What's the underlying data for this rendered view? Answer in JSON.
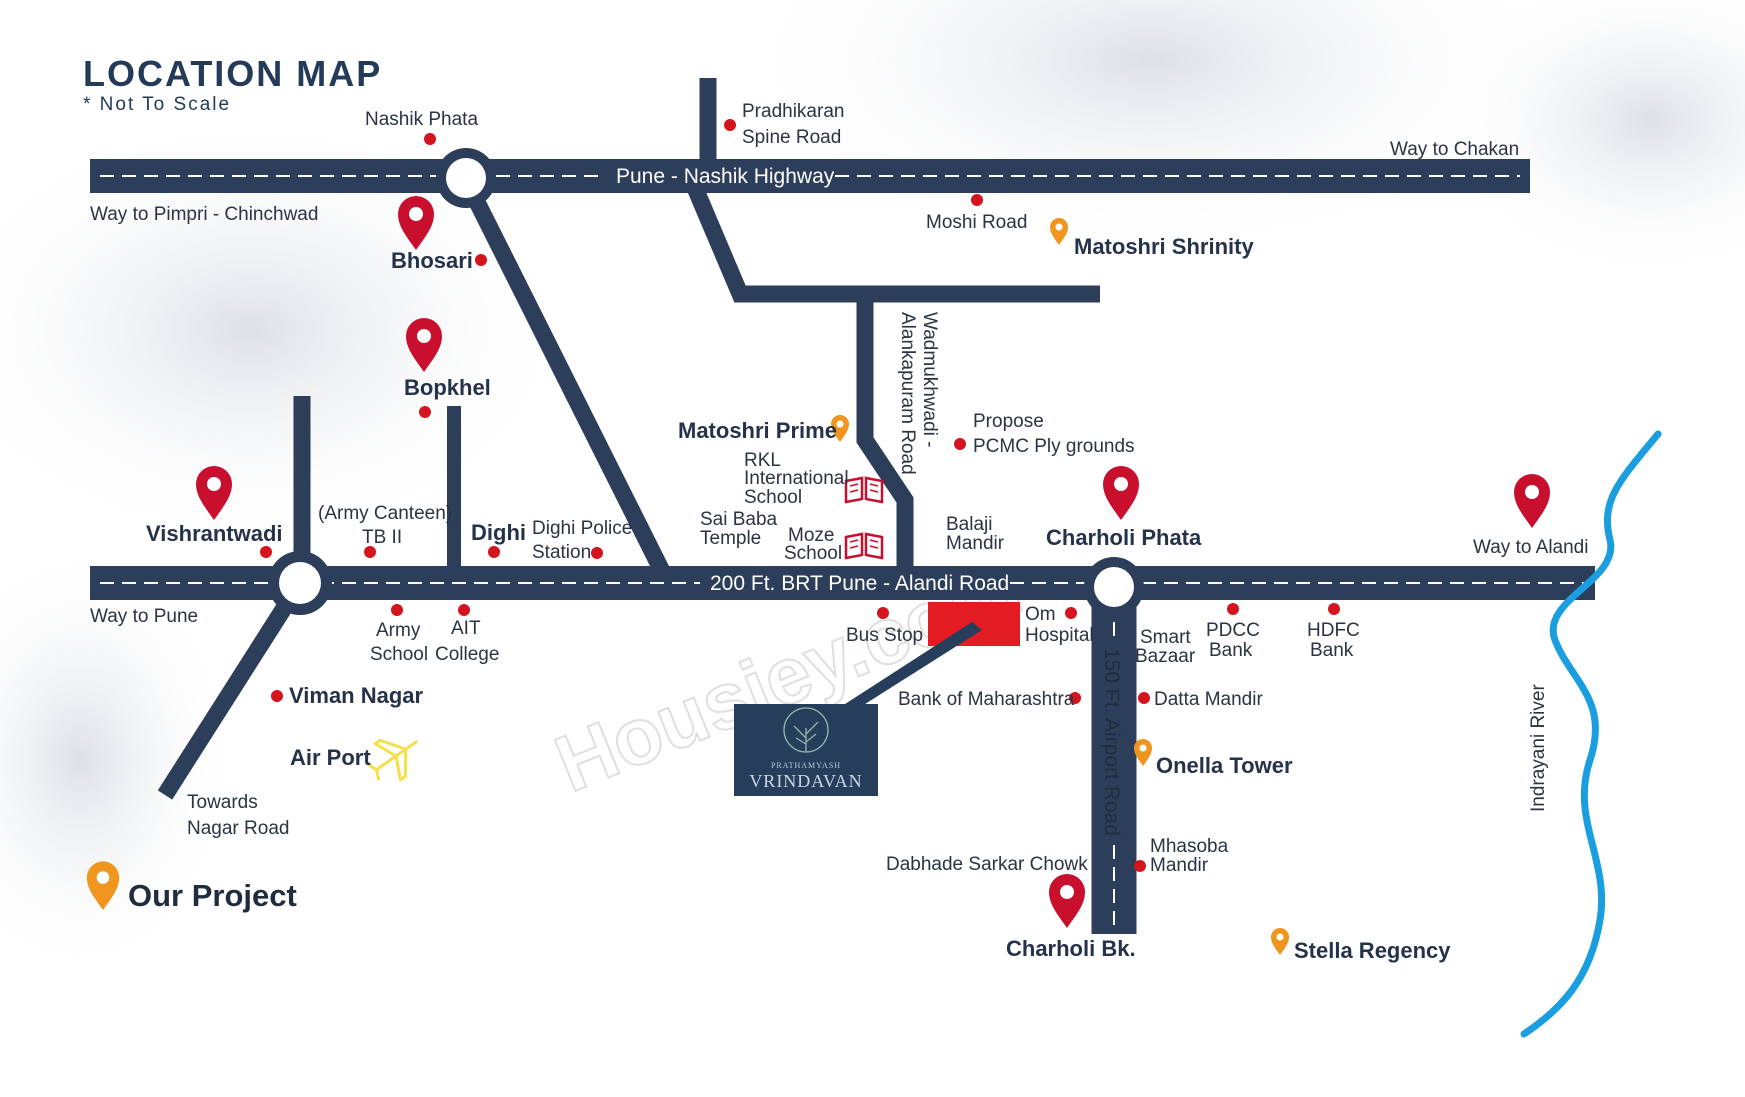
{
  "title": "LOCATION MAP",
  "subtitle": "* Not To Scale",
  "watermark": "Housiey.com",
  "colors": {
    "road": "#2c3e5a",
    "pin_red": "#c8102e",
    "pin_orange": "#f0961e",
    "dot": "#d4141e",
    "river": "#1a9ee0",
    "project_box": "#e31b23",
    "logo_bg": "#263e5c",
    "airplane": "#f4e04a"
  },
  "roads": {
    "highway": "Pune - Nashik Highway",
    "brt": "200 Ft. BRT Pune - Alandi Road",
    "airport": "150 Ft. Airport  Road",
    "wadmukhwadi_1": "Wadmukhwadi -",
    "wadmukhwadi_2": "Alankapuram Road"
  },
  "labels": {
    "nashik_phata": "Nashik Phata",
    "pradhikaran_1": "Pradhikaran",
    "pradhikaran_2": "Spine Road",
    "way_chakan": "Way to Chakan",
    "way_pimpri": "Way to Pimpri - Chinchwad",
    "moshi_road": "Moshi Road",
    "bhosari": "Bhosari",
    "matoshri_shrinity": "Matoshri Shrinity",
    "bopkhel": "Bopkhel",
    "matoshri_prime": "Matoshri Prime",
    "rkl_1": "RKL",
    "rkl_2": "International",
    "rkl_3": "School",
    "propose_1": "Propose",
    "propose_2": "PCMC Ply grounds",
    "army_canteen_1": "(Army Canteen)",
    "army_canteen_2": "TB II",
    "vishrantwadi": "Vishrantwadi",
    "dighi": "Dighi",
    "dighi_police_1": "Dighi Police",
    "dighi_police_2": "Station",
    "sai_baba_1": "Sai Baba",
    "sai_baba_2": "Temple",
    "moze_1": "Moze",
    "moze_2": "School",
    "balaji_1": "Balaji",
    "balaji_2": "Mandir",
    "charholi_phata": "Charholi Phata",
    "way_alandi": "Way to Alandi",
    "way_pune": "Way to Pune",
    "army_school_1": "Army",
    "army_school_2": "School",
    "ait_1": "AIT",
    "ait_2": "College",
    "bus_stop": "Bus Stop",
    "om_1": "Om",
    "om_2": "Hospital",
    "smart_1": "Smart",
    "smart_2": "Bazaar",
    "pdcc_1": "PDCC",
    "pdcc_2": "Bank",
    "hdfc_1": "HDFC",
    "hdfc_2": "Bank",
    "viman_nagar": "Viman Nagar",
    "bank_maharashtra": "Bank of Maharashtra",
    "datta_mandir": "Datta Mandir",
    "air_port": "Air Port",
    "onella_tower": "Onella Tower",
    "towards_1": "Towards",
    "towards_2": "Nagar Road",
    "indrayani": "Indrayani River",
    "dabhade": "Dabhade Sarkar Chowk",
    "mhasoba_1": "Mhasoba",
    "mhasoba_2": "Mandir",
    "our_project": "Our Project",
    "charholi_bk": "Charholi Bk.",
    "stella": "Stella Regency"
  },
  "logo": {
    "brand_small": "PRATHAMYASH",
    "brand_name": "VRINDAVAN"
  }
}
